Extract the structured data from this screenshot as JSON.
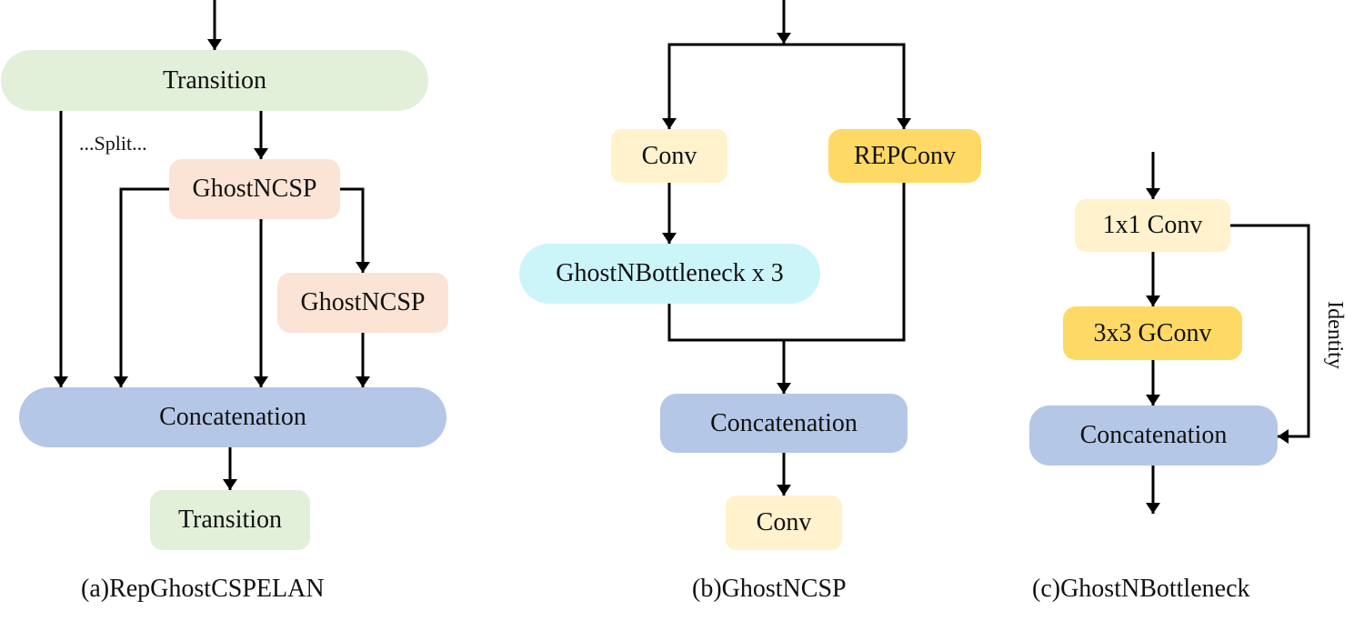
{
  "panels": {
    "a": {
      "caption": "(a)RepGhostCSPELAN",
      "split_label": "...Split...",
      "nodes": {
        "transition_top": "Transition",
        "ghostncsp_1": "GhostNCSP",
        "ghostncsp_2": "GhostNCSP",
        "concatenation": "Concatenation",
        "transition_bottom": "Transition"
      }
    },
    "b": {
      "caption": "(b)GhostNCSP",
      "nodes": {
        "conv_top": "Conv",
        "repconv": "REPConv",
        "bottleneck": "GhostNBottleneck x 3",
        "concatenation": "Concatenation",
        "conv_bottom": "Conv"
      }
    },
    "c": {
      "caption": "(c)GhostNBottleneck",
      "identity_label": "Identity",
      "nodes": {
        "conv1x1": "1x1 Conv",
        "gconv3x3": "3x3 GConv",
        "concatenation": "Concatenation"
      }
    }
  },
  "colors": {
    "transition": "#e2efd9",
    "ghostncsp": "#fbe4d5",
    "conv": "#fff2cc",
    "repconv": "#ffd966",
    "bottleneck": "#ccf5fa",
    "concatenation": "#b4c7e7"
  }
}
